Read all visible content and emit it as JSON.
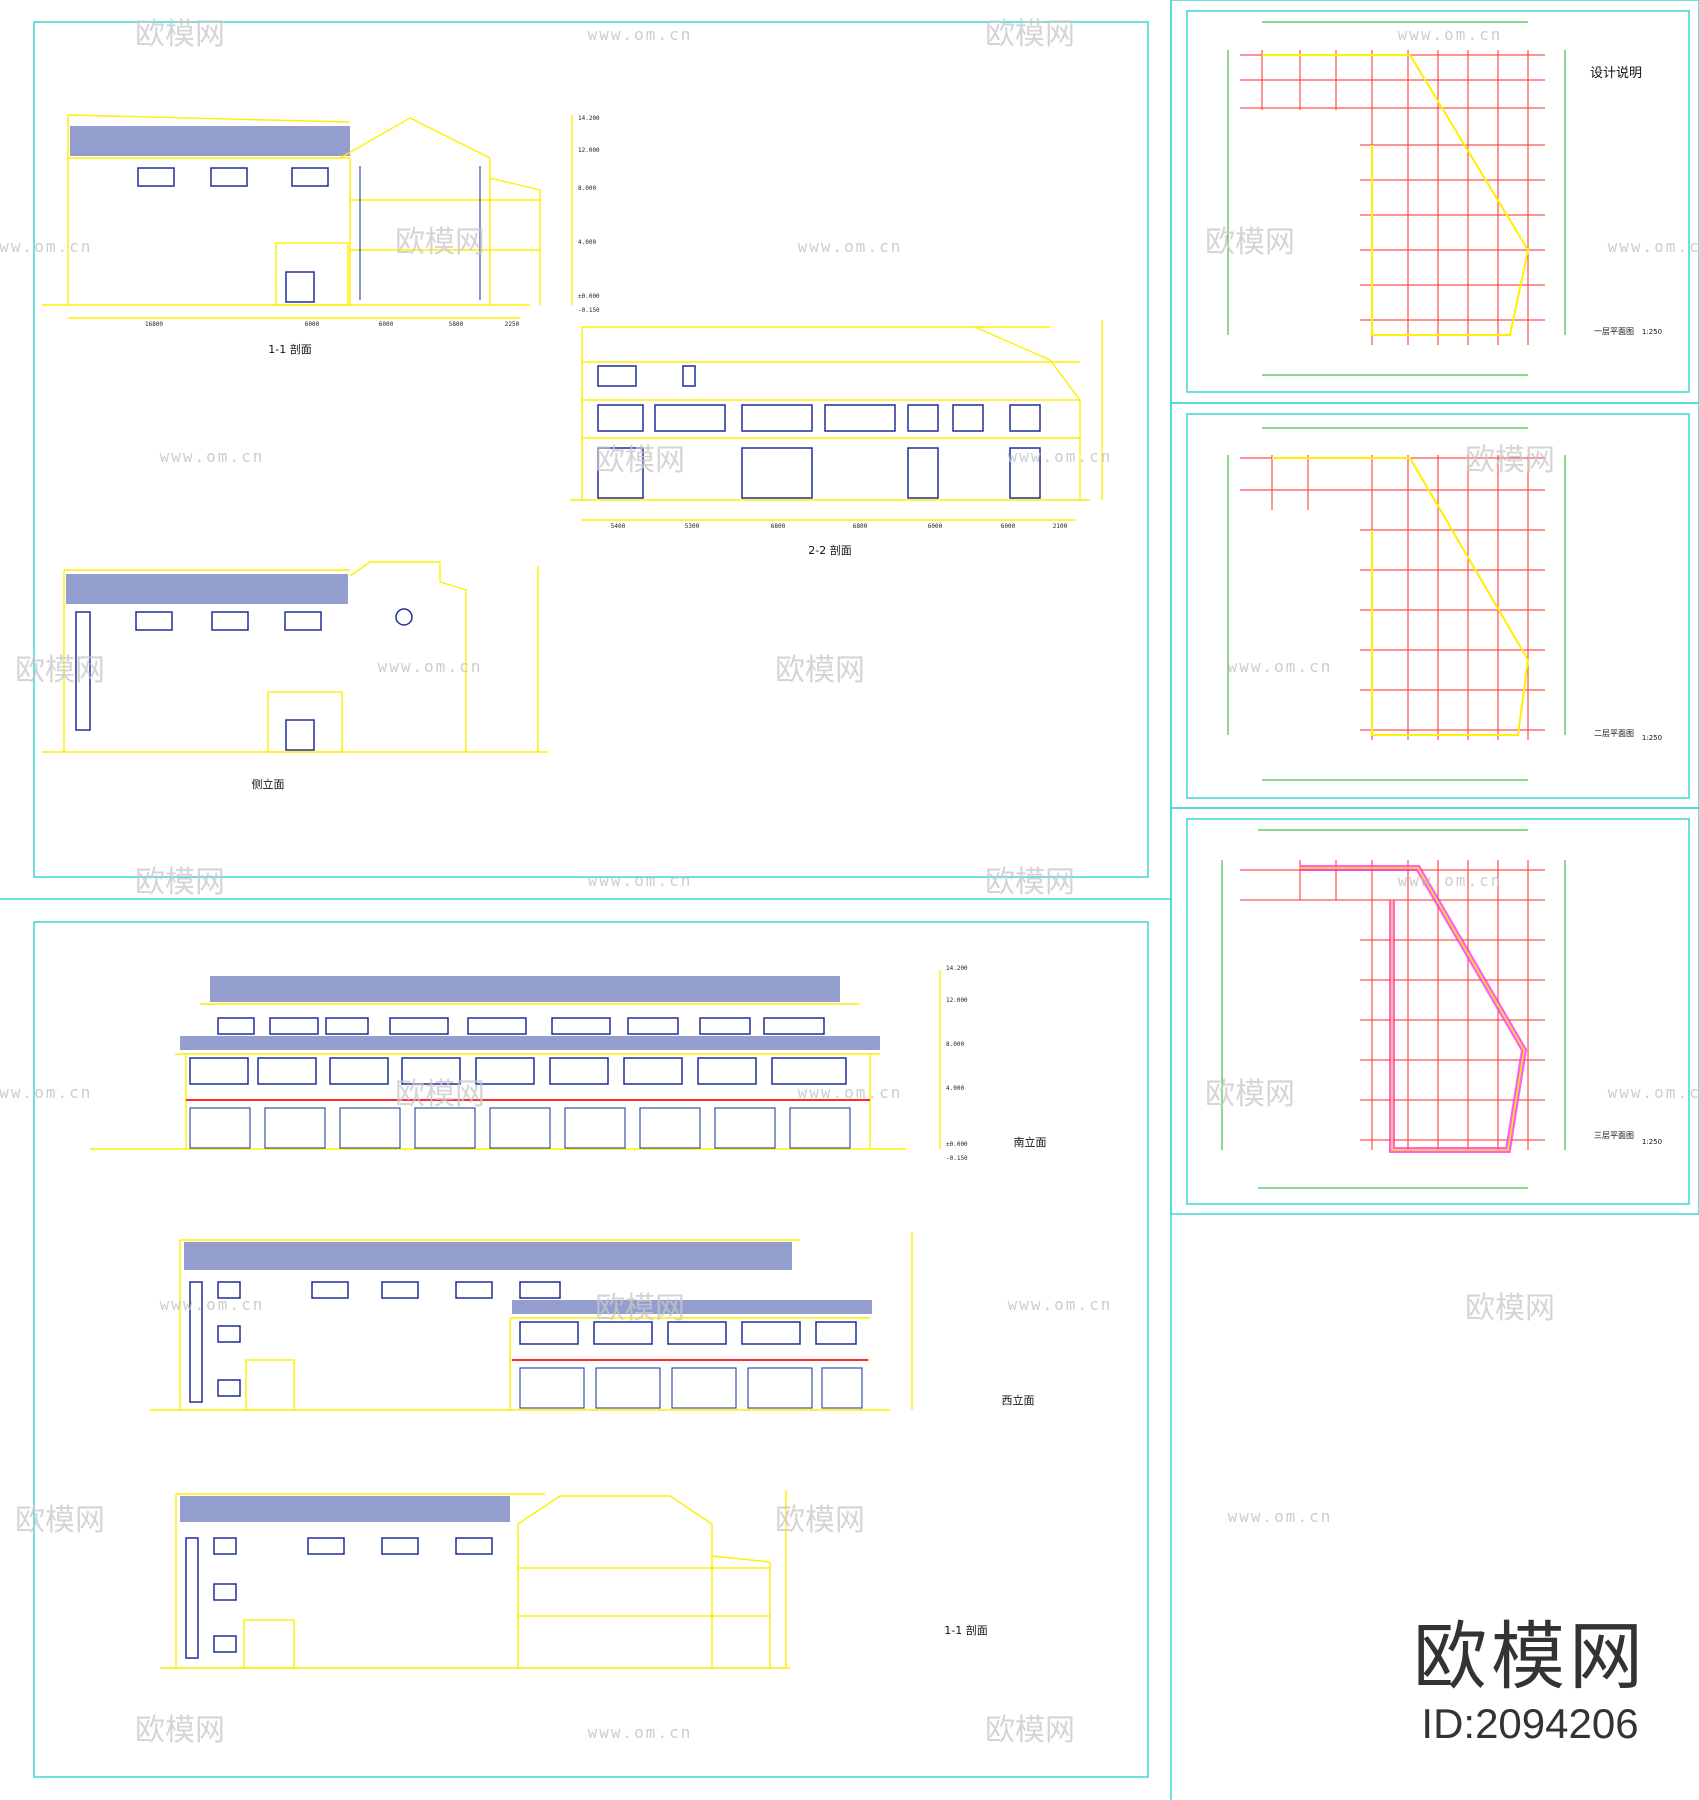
{
  "colors": {
    "frame": "#3fd6d6",
    "line": "#ffef00",
    "grid_red": "#ff2a2a",
    "grid_green": "#1fb31f",
    "roof_blue": "#3a4fa6",
    "window_blue": "#1f2d9a",
    "hatch_magenta": "#ff2af0",
    "watermark": "#c8c8c8"
  },
  "drawings": {
    "section_1_1_top": "1-1 剖面",
    "section_2_2": "2-2 剖面",
    "side_elevation": "侧立面",
    "south_elevation": "南立面",
    "west_elevation": "西立面",
    "section_1_1_bottom": "1-1 剖面"
  },
  "plans": {
    "plan1": "一层平面图",
    "plan2": "二层平面图",
    "plan3": "三层平面图",
    "scale": "1:250"
  },
  "design_notes_title": "设计说明",
  "elevation_marks": [
    "14.200",
    "12.000",
    "8.000",
    "4.000",
    "±0.000",
    "-0.150"
  ],
  "dims_section_top": [
    "16800",
    "6000",
    "6000",
    "5800",
    "2250"
  ],
  "dims_section_22": [
    "5400",
    "5300",
    "6800",
    "6800",
    "6000",
    "6000",
    "2100"
  ],
  "watermark": {
    "brand": "欧模网",
    "url": "www.om.cn"
  },
  "brand": {
    "name": "欧模网",
    "id": "ID:2094206"
  }
}
